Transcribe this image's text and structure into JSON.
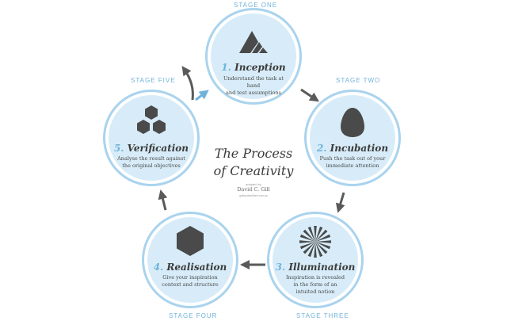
{
  "diagram": {
    "title_line1": "The Process",
    "title_line2": "of Creativity",
    "adapted_label": "adapted by",
    "author": "David C. Gill",
    "website": "quillandwelltree.com.au"
  },
  "stages": [
    {
      "label": "STAGE ONE",
      "number": "1.",
      "name": "Inception",
      "description": "Understand the task at hand\nand test assumptions",
      "icon": "triangles-icon"
    },
    {
      "label": "STAGE TWO",
      "number": "2.",
      "name": "Incubation",
      "description": "Push the task out of your\nimmediate attention",
      "icon": "egg-icon"
    },
    {
      "label": "STAGE THREE",
      "number": "3.",
      "name": "Illumination",
      "description": "Inspiration is revealed\nin the form of an\nintuited notion",
      "icon": "sunburst-icon"
    },
    {
      "label": "STAGE FOUR",
      "number": "4.",
      "name": "Realisation",
      "description": "Give your inspiration\ncontext and structure",
      "icon": "hexagon-icon"
    },
    {
      "label": "STAGE FIVE",
      "number": "5.",
      "name": "Verification",
      "description": "Analyse the result against\nthe original objectives",
      "icon": "hex-cluster-icon"
    }
  ],
  "colors": {
    "circle_fill": "#d7ecf8",
    "circle_ring": "#a9d3ee",
    "accent": "#6fb3da",
    "icon": "#4a4a4a",
    "arrow": "#5a5a5a"
  }
}
